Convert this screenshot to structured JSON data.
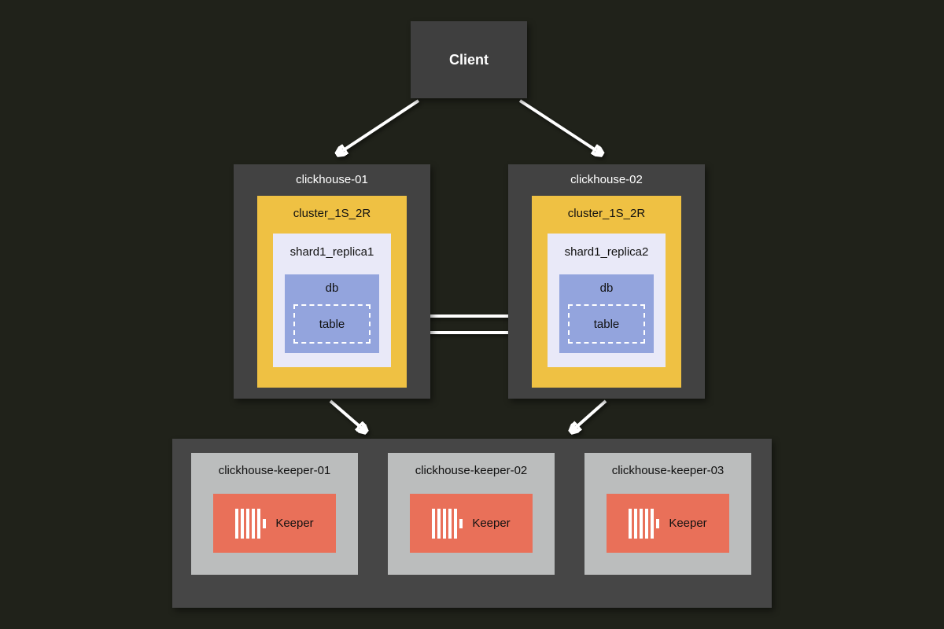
{
  "client": {
    "label": "Client"
  },
  "servers": [
    {
      "host": "clickhouse-01",
      "cluster": "cluster_1S_2R",
      "replica": "shard1_replica1",
      "db": "db",
      "table": "table"
    },
    {
      "host": "clickhouse-02",
      "cluster": "cluster_1S_2R",
      "replica": "shard1_replica2",
      "db": "db",
      "table": "table"
    }
  ],
  "keepers": [
    {
      "host": "clickhouse-keeper-01",
      "label": "Keeper"
    },
    {
      "host": "clickhouse-keeper-02",
      "label": "Keeper"
    },
    {
      "host": "clickhouse-keeper-03",
      "label": "Keeper"
    }
  ],
  "edges": [
    {
      "from": "Client",
      "to": "clickhouse-01"
    },
    {
      "from": "Client",
      "to": "clickhouse-02"
    },
    {
      "from": "shard1_replica2.table",
      "to": "shard1_replica1.table"
    },
    {
      "from": "shard1_replica1.table",
      "to": "shard1_replica2.table"
    },
    {
      "from": "clickhouse-01",
      "to": "keeper-cluster"
    },
    {
      "from": "clickhouse-02",
      "to": "keeper-cluster"
    },
    {
      "from": "clickhouse-keeper-01",
      "to": "clickhouse-keeper-02",
      "bidirectional": true
    },
    {
      "from": "clickhouse-keeper-02",
      "to": "clickhouse-keeper-03",
      "bidirectional": true
    },
    {
      "from": "clickhouse-keeper-01",
      "to": "clickhouse-keeper-03",
      "bidirectional": true
    }
  ],
  "colors": {
    "background": "#20221a",
    "client_box": "#3f3f3f",
    "server_box": "#424242",
    "cluster_box": "#efc143",
    "replica_box": "#e9e9f8",
    "db_box": "#93a4dd",
    "keeper_container": "#464646",
    "keeper_box": "#bbbdbd",
    "keeper_inner_box": "#e97059",
    "arrow": "#ffffff"
  }
}
